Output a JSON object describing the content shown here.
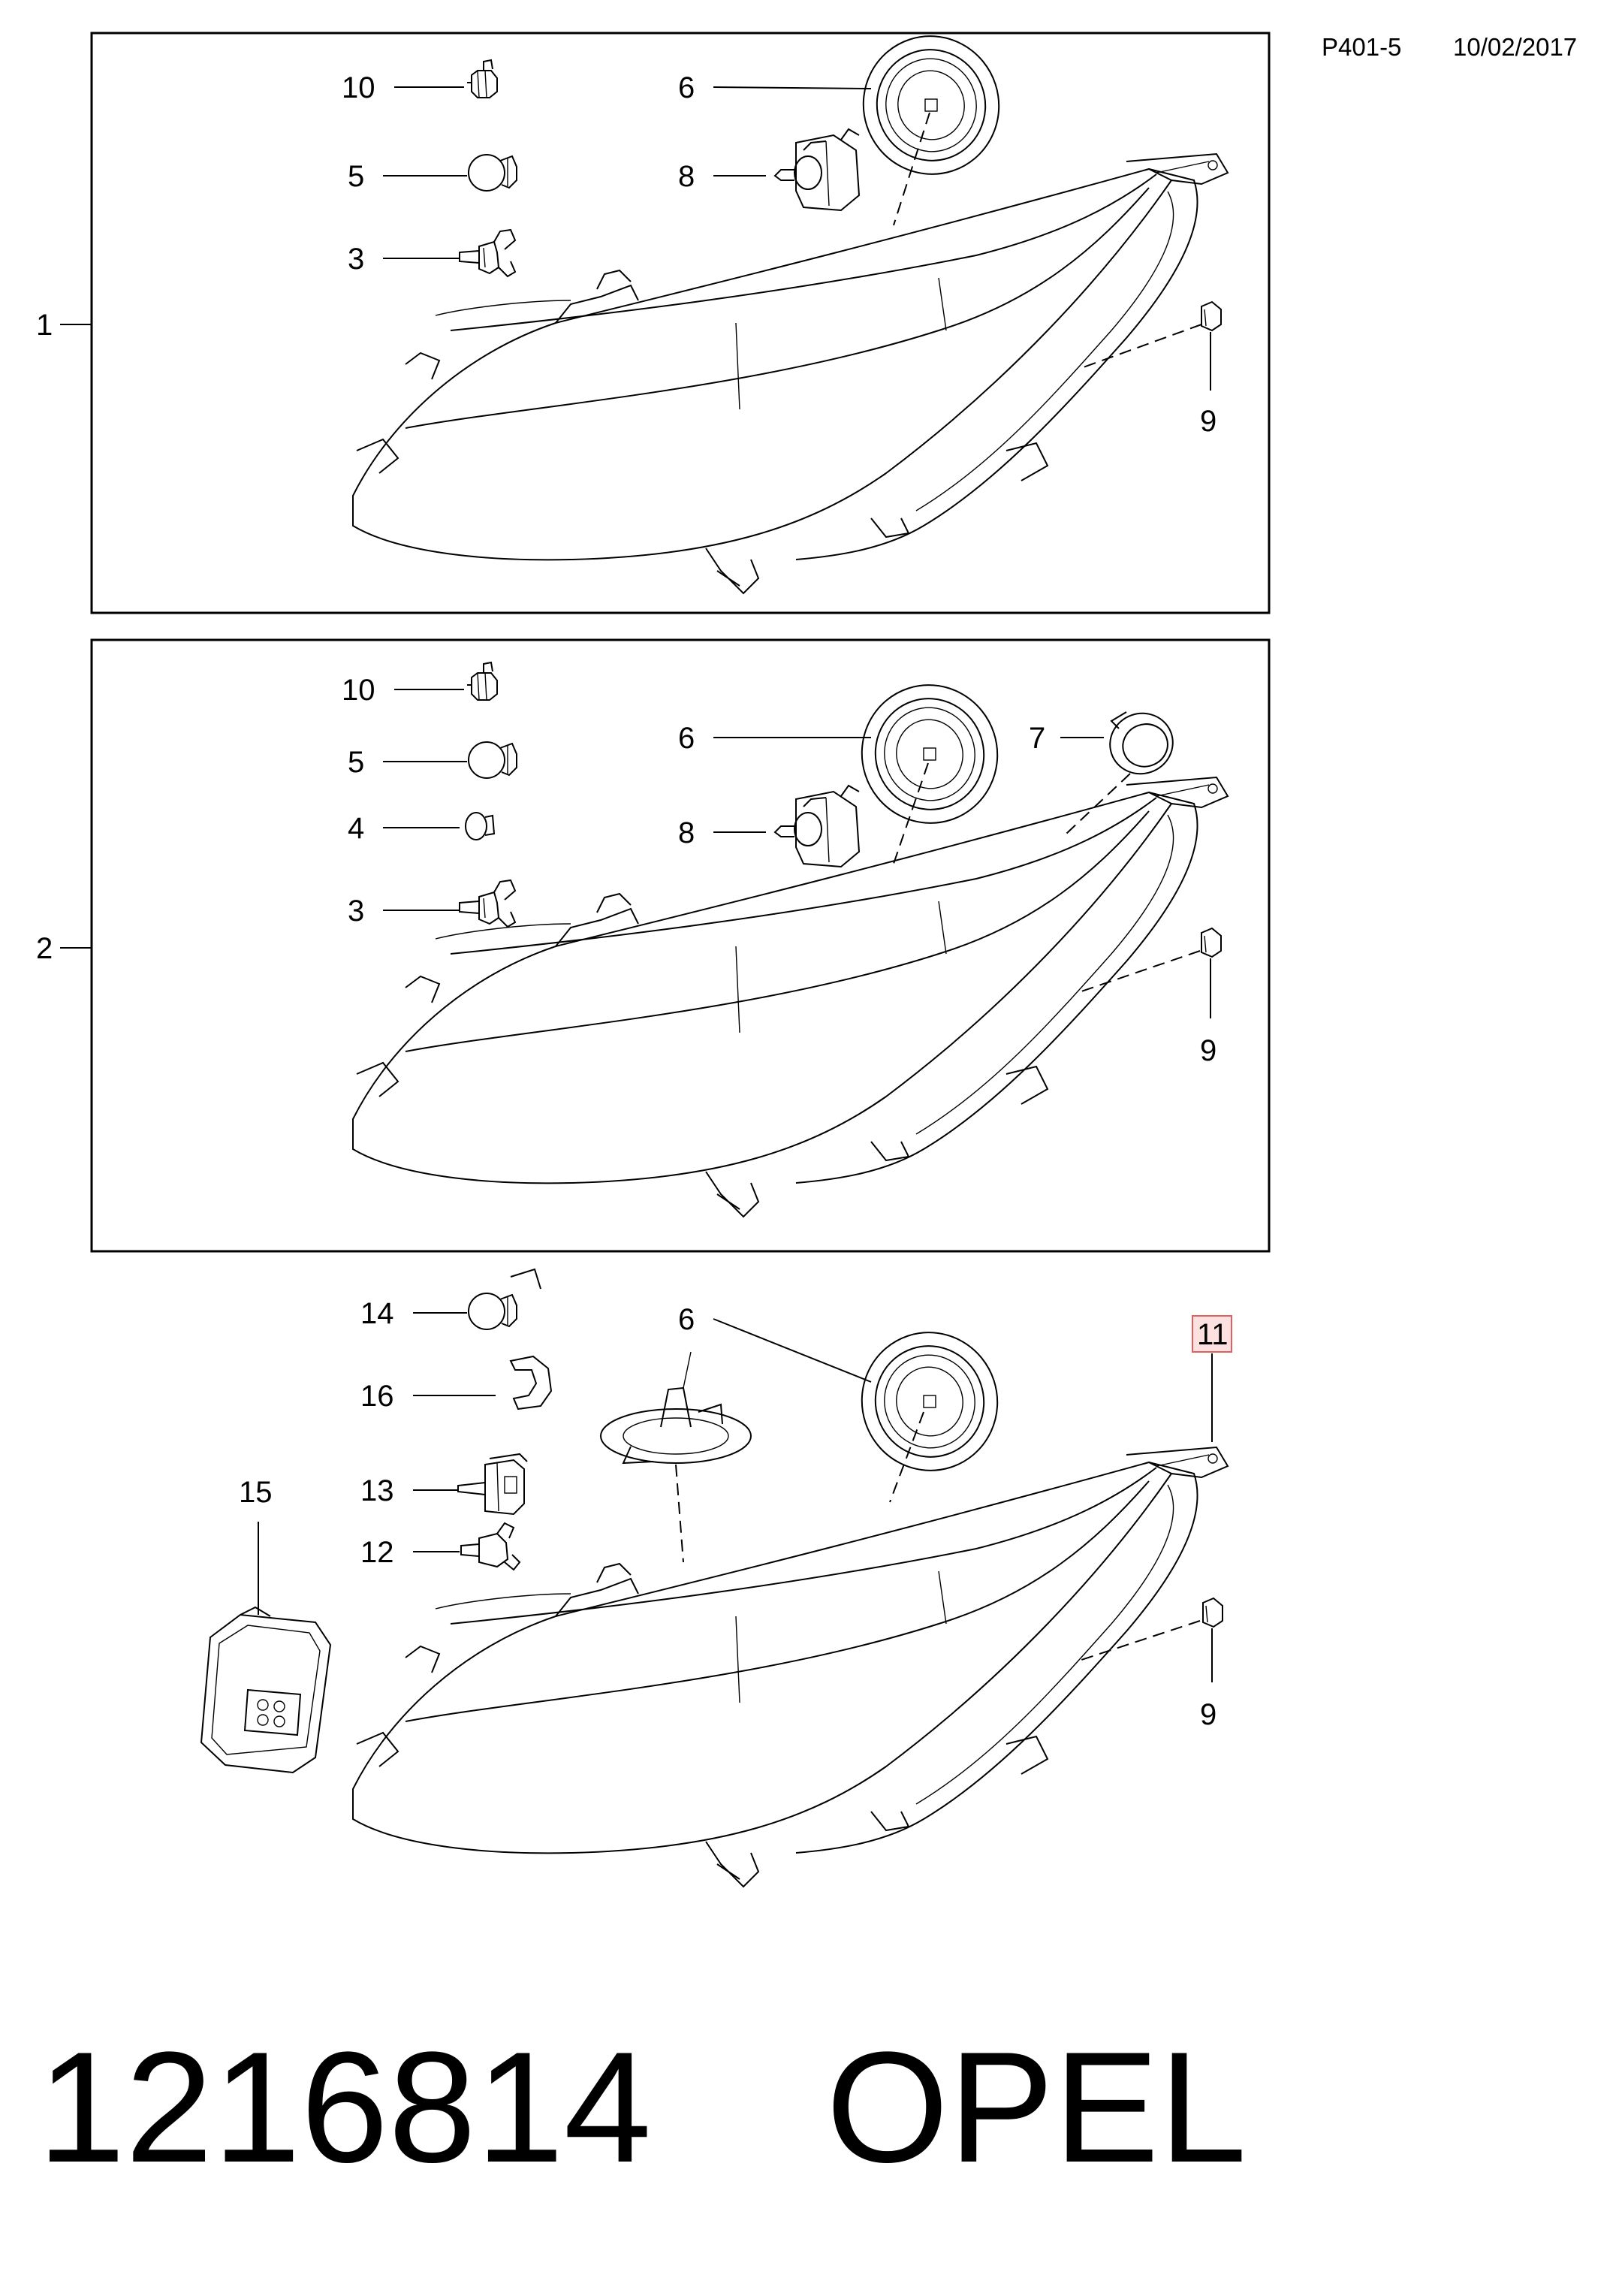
{
  "header": {
    "page_code": "P401-5",
    "date": "10/02/2017"
  },
  "panels": {
    "panel1": {
      "number": "1",
      "callouts": {
        "c10": "10",
        "c5": "5",
        "c3": "3",
        "c6": "6",
        "c8": "8",
        "c9": "9"
      }
    },
    "panel2": {
      "number": "2",
      "callouts": {
        "c10": "10",
        "c5": "5",
        "c4": "4",
        "c3": "3",
        "c6": "6",
        "c8": "8",
        "c7": "7",
        "c9": "9"
      }
    },
    "panel3": {
      "callouts": {
        "c14": "14",
        "c16": "16",
        "c15": "15",
        "c13": "13",
        "c12": "12",
        "c6": "6",
        "c11": "11",
        "c9": "9"
      }
    }
  },
  "footer": {
    "part_number": "1216814",
    "brand": "OPEL"
  },
  "colors": {
    "highlight_fill": "#fde0e0",
    "highlight_stroke": "#e06060"
  }
}
